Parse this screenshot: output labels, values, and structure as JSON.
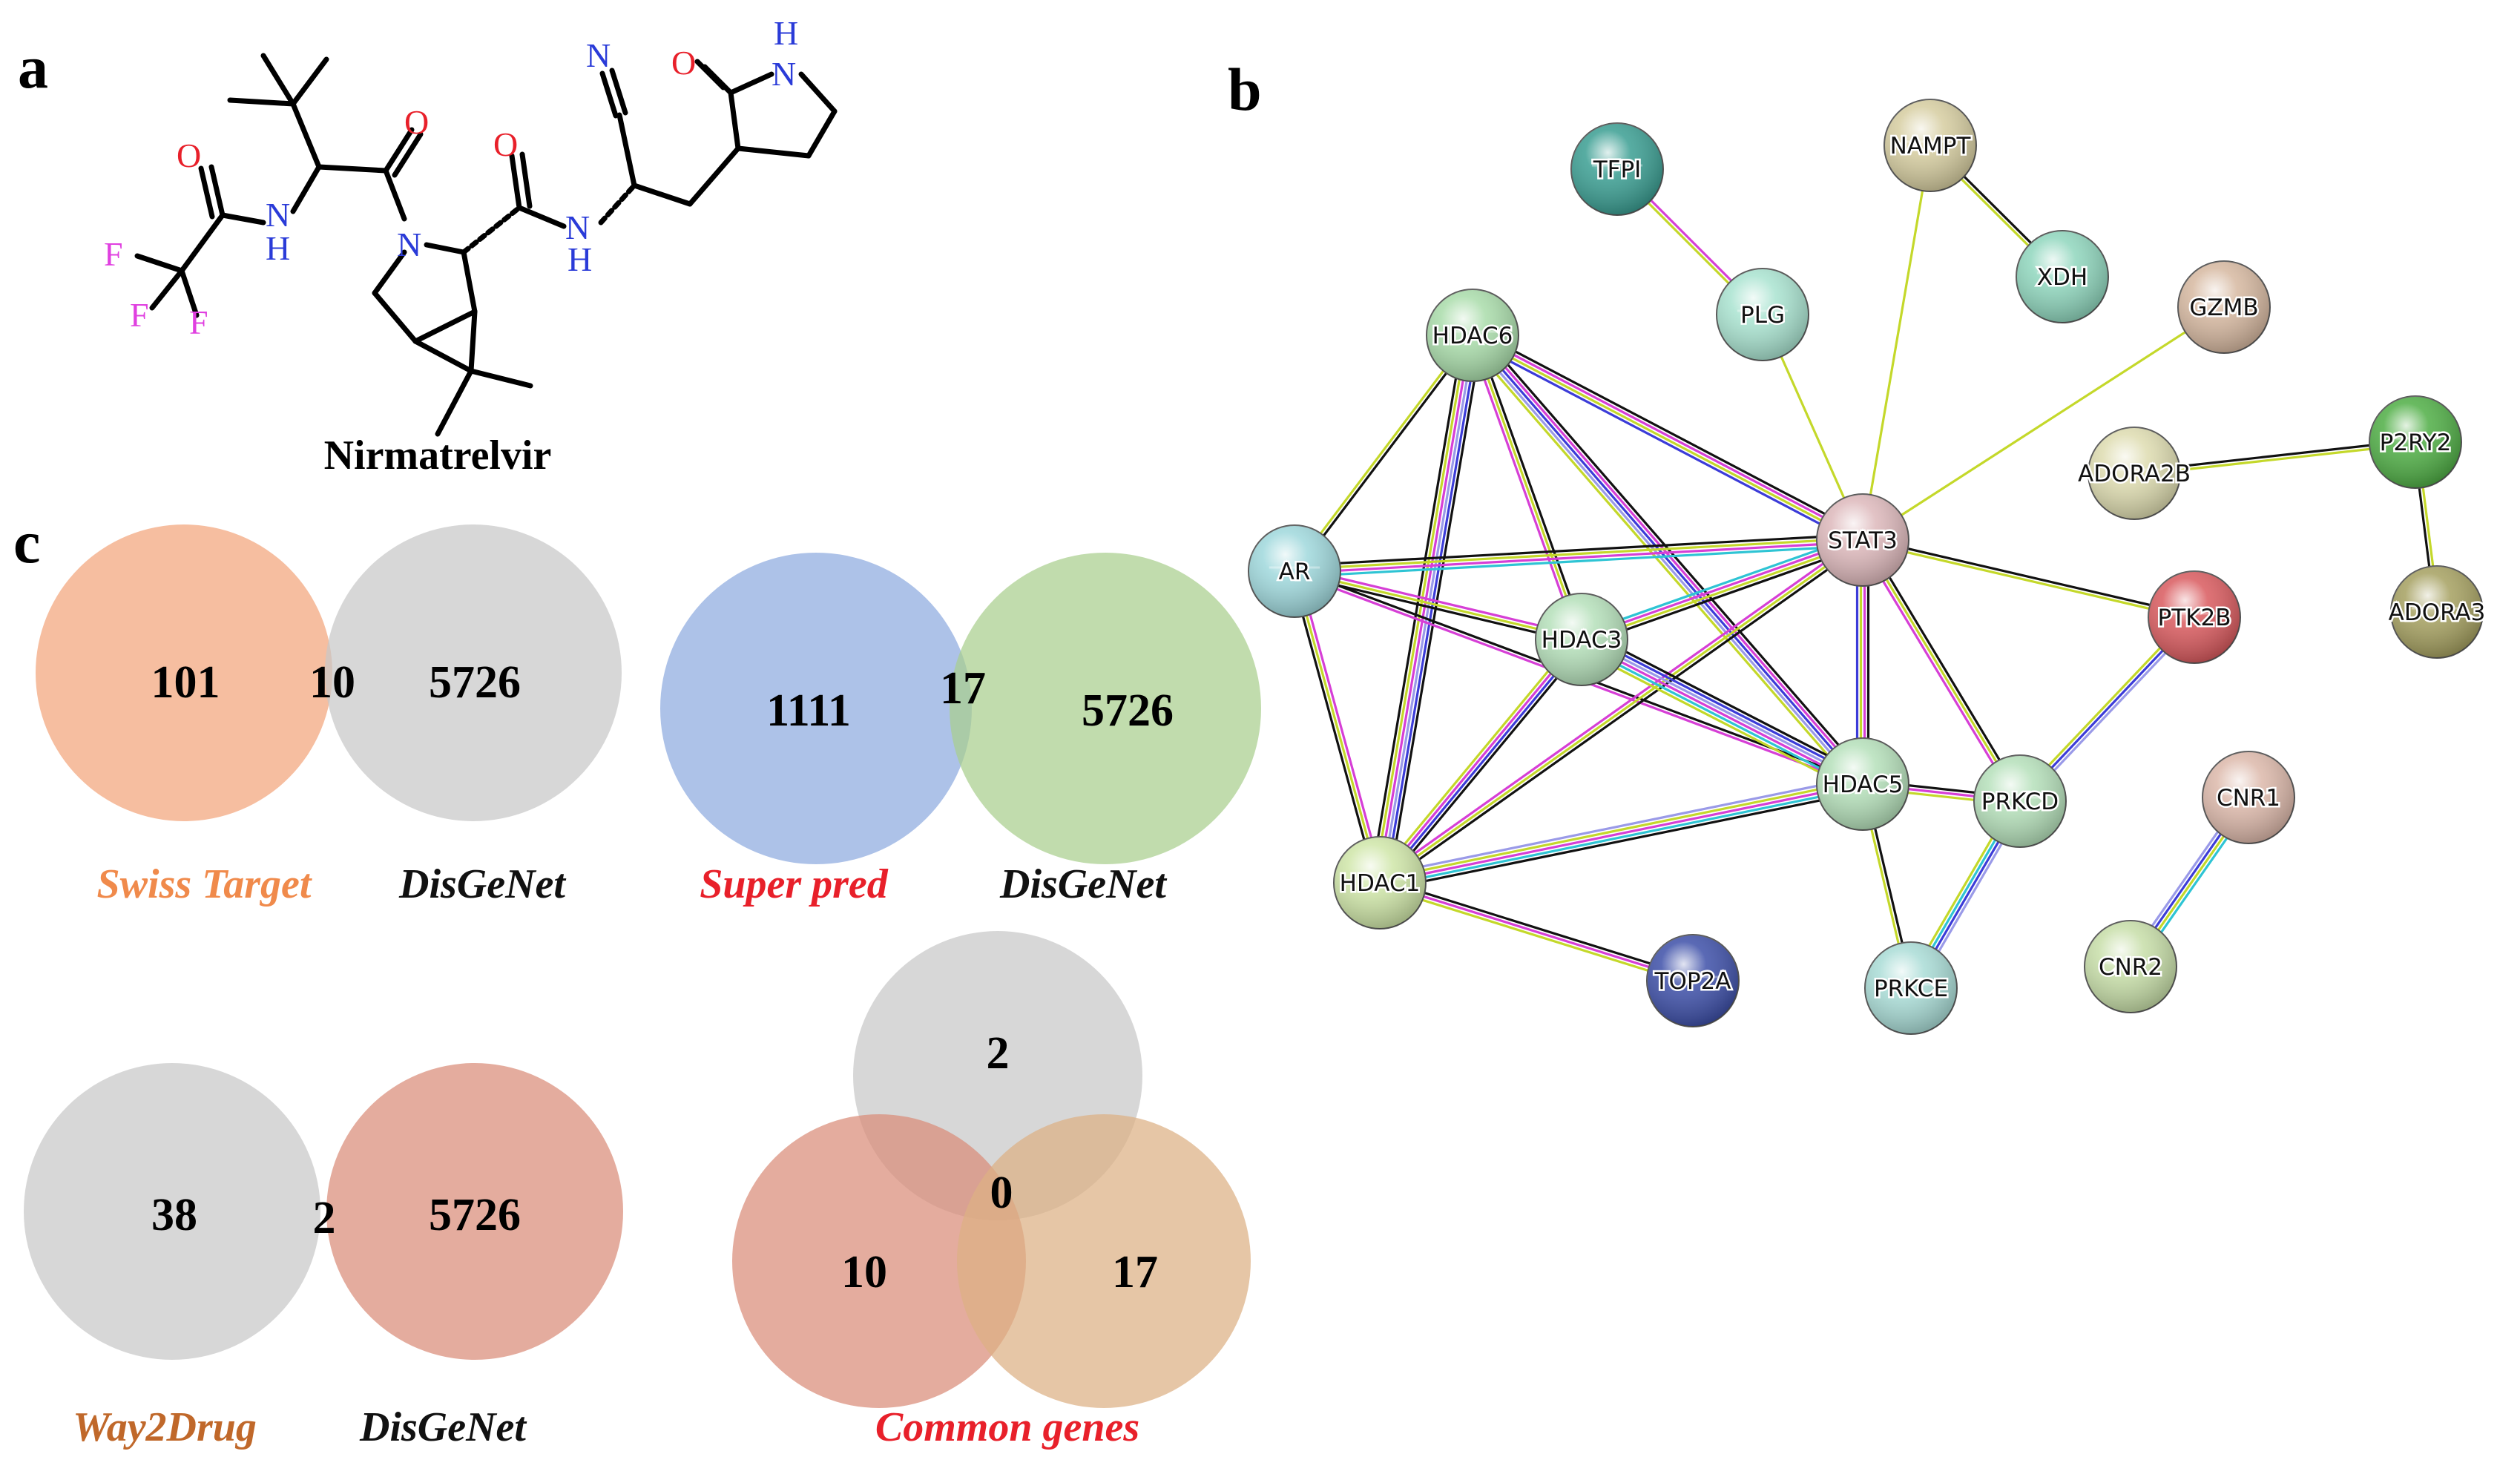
{
  "panels": {
    "a": "a",
    "b": "b",
    "c": "c"
  },
  "molecule": {
    "name": "Nirmatrelvir",
    "atoms": {
      "o1": "O",
      "o2": "O",
      "o3": "O",
      "o4": "O",
      "n_amide1": "N",
      "h_amide1": "H",
      "n_ring": "N",
      "n_amide2": "N",
      "h_amide2": "H",
      "n_nitrile": "N",
      "n_lactam": "N",
      "h_lactam": "H",
      "f1": "F",
      "f2": "F",
      "f3": "F"
    },
    "colors": {
      "oxygen": "#e8202a",
      "nitrogen": "#2a3bd8",
      "fluorine": "#e040e0"
    }
  },
  "network": {
    "nodes": [
      {
        "id": "TFPI",
        "label": "TFPI",
        "color": "#3a9e92"
      },
      {
        "id": "NAMPT",
        "label": "NAMPT",
        "color": "#d6cda0"
      },
      {
        "id": "XDH",
        "label": "XDH",
        "color": "#8fd6bd"
      },
      {
        "id": "PLG",
        "label": "PLG",
        "color": "#a9e3d0"
      },
      {
        "id": "GZMB",
        "label": "GZMB",
        "color": "#d6b8a0"
      },
      {
        "id": "HDAC6",
        "label": "HDAC6",
        "color": "#a9dcaa"
      },
      {
        "id": "P2RY2",
        "label": "P2RY2",
        "color": "#4fae45"
      },
      {
        "id": "ADORA2B",
        "label": "ADORA2B",
        "color": "#dedcb0"
      },
      {
        "id": "STAT3",
        "label": "STAT3",
        "color": "#ddb8bb"
      },
      {
        "id": "AR",
        "label": "AR",
        "color": "#9fd8dc"
      },
      {
        "id": "ADORA3",
        "label": "ADORA3",
        "color": "#a5a060"
      },
      {
        "id": "PTK2B",
        "label": "PTK2B",
        "color": "#d95a5e"
      },
      {
        "id": "HDAC3",
        "label": "HDAC3",
        "color": "#b5e0ba"
      },
      {
        "id": "HDAC5",
        "label": "HDAC5",
        "color": "#b5e0ba"
      },
      {
        "id": "PRKCD",
        "label": "PRKCD",
        "color": "#b5e0ba"
      },
      {
        "id": "CNR1",
        "label": "CNR1",
        "color": "#dcb8aa"
      },
      {
        "id": "HDAC1",
        "label": "HDAC1",
        "color": "#cfe6a8"
      },
      {
        "id": "TOP2A",
        "label": "TOP2A",
        "color": "#3d4fa8"
      },
      {
        "id": "PRKCE",
        "label": "PRKCE",
        "color": "#a9dcd6"
      },
      {
        "id": "CNR2",
        "label": "CNR2",
        "color": "#c7dea8"
      }
    ],
    "edges": [
      {
        "source": "TFPI",
        "target": "PLG"
      },
      {
        "source": "NAMPT",
        "target": "XDH"
      },
      {
        "source": "NAMPT",
        "target": "STAT3"
      },
      {
        "source": "PLG",
        "target": "STAT3"
      },
      {
        "source": "GZMB",
        "target": "STAT3"
      },
      {
        "source": "ADORA2B",
        "target": "P2RY2"
      },
      {
        "source": "P2RY2",
        "target": "ADORA3"
      },
      {
        "source": "HDAC6",
        "target": "STAT3"
      },
      {
        "source": "HDAC6",
        "target": "HDAC3"
      },
      {
        "source": "HDAC6",
        "target": "HDAC5"
      },
      {
        "source": "HDAC6",
        "target": "HDAC1"
      },
      {
        "source": "HDAC6",
        "target": "AR"
      },
      {
        "source": "AR",
        "target": "STAT3"
      },
      {
        "source": "AR",
        "target": "HDAC3"
      },
      {
        "source": "AR",
        "target": "HDAC1"
      },
      {
        "source": "AR",
        "target": "HDAC5"
      },
      {
        "source": "STAT3",
        "target": "HDAC3"
      },
      {
        "source": "STAT3",
        "target": "HDAC5"
      },
      {
        "source": "STAT3",
        "target": "HDAC1"
      },
      {
        "source": "STAT3",
        "target": "PTK2B"
      },
      {
        "source": "STAT3",
        "target": "PRKCD"
      },
      {
        "source": "HDAC3",
        "target": "HDAC5"
      },
      {
        "source": "HDAC3",
        "target": "HDAC1"
      },
      {
        "source": "HDAC5",
        "target": "HDAC1"
      },
      {
        "source": "HDAC5",
        "target": "PRKCD"
      },
      {
        "source": "HDAC5",
        "target": "PRKCE"
      },
      {
        "source": "PTK2B",
        "target": "PRKCD"
      },
      {
        "source": "PRKCD",
        "target": "PRKCE"
      },
      {
        "source": "HDAC1",
        "target": "TOP2A"
      },
      {
        "source": "CNR1",
        "target": "CNR2"
      }
    ]
  },
  "venns": [
    {
      "left_value": "101",
      "overlap_value": "10",
      "right_value": "5726",
      "left_label": "Swiss Target",
      "right_label": "DisGeNet",
      "left_color": "#f3a57b",
      "right_color": "#c8c8c8",
      "left_label_color": "#f08a4b"
    },
    {
      "left_value": "1111",
      "overlap_value": "17",
      "right_value": "5726",
      "left_label": "Super pred",
      "right_label": "DisGeNet",
      "left_color": "#8eaadf",
      "right_color": "#a9cf8d",
      "left_label_color": "#e8202a"
    },
    {
      "left_value": "38",
      "overlap_value": "2",
      "right_value": "5726",
      "left_label": "Way2Drug",
      "right_label": "DisGeNet",
      "left_color": "#c8c8c8",
      "right_color": "#d98c78",
      "left_label_color": "#c0682a"
    }
  ],
  "venn3": {
    "top_value": "2",
    "center_value": "0",
    "left_value": "10",
    "right_value": "17",
    "label": "Common genes",
    "label_color": "#e8202a",
    "top_color": "#c8c8c8",
    "left_color": "#d98c78",
    "right_color": "#ddb084"
  }
}
